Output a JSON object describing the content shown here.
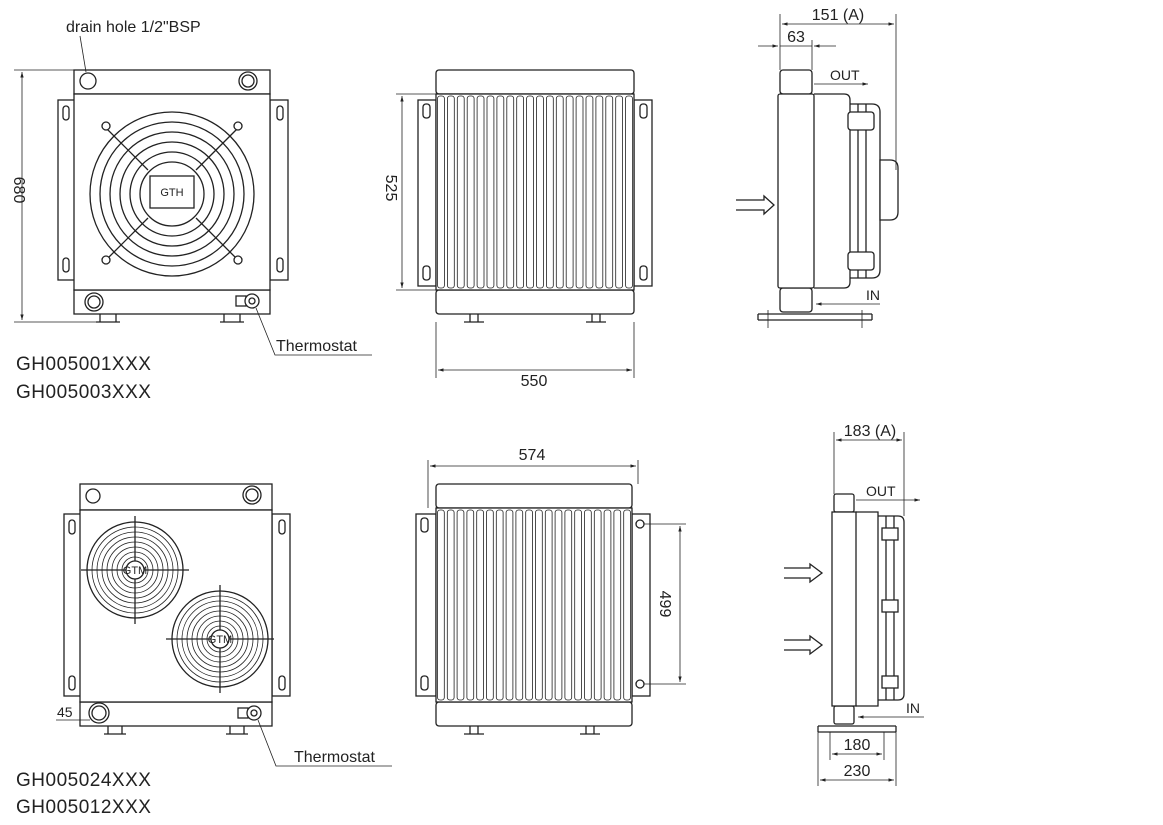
{
  "top_row": {
    "front": {
      "drain_label": "drain hole 1/2\"BSP",
      "height_dim": "680",
      "thermostat_label": "Thermostat",
      "fan_logo": "GTH"
    },
    "models": [
      "GH005001XXX",
      "GH005003XXX"
    ],
    "core": {
      "height_dim": "525",
      "width_dim": "550"
    },
    "side": {
      "depth_dim": "151 (A)",
      "offset_dim": "63",
      "out_label": "OUT",
      "in_label": "IN"
    }
  },
  "bottom_row": {
    "front": {
      "offset_dim": "45",
      "thermostat_label": "Thermostat",
      "fan_logo": "GTM"
    },
    "models": [
      "GH005024XXX",
      "GH005012XXX"
    ],
    "core": {
      "width_dim": "574",
      "height_dim": "499"
    },
    "side": {
      "depth_dim": "183 (A)",
      "out_label": "OUT",
      "in_label": "IN",
      "base_inner_dim": "180",
      "base_outer_dim": "230"
    }
  }
}
